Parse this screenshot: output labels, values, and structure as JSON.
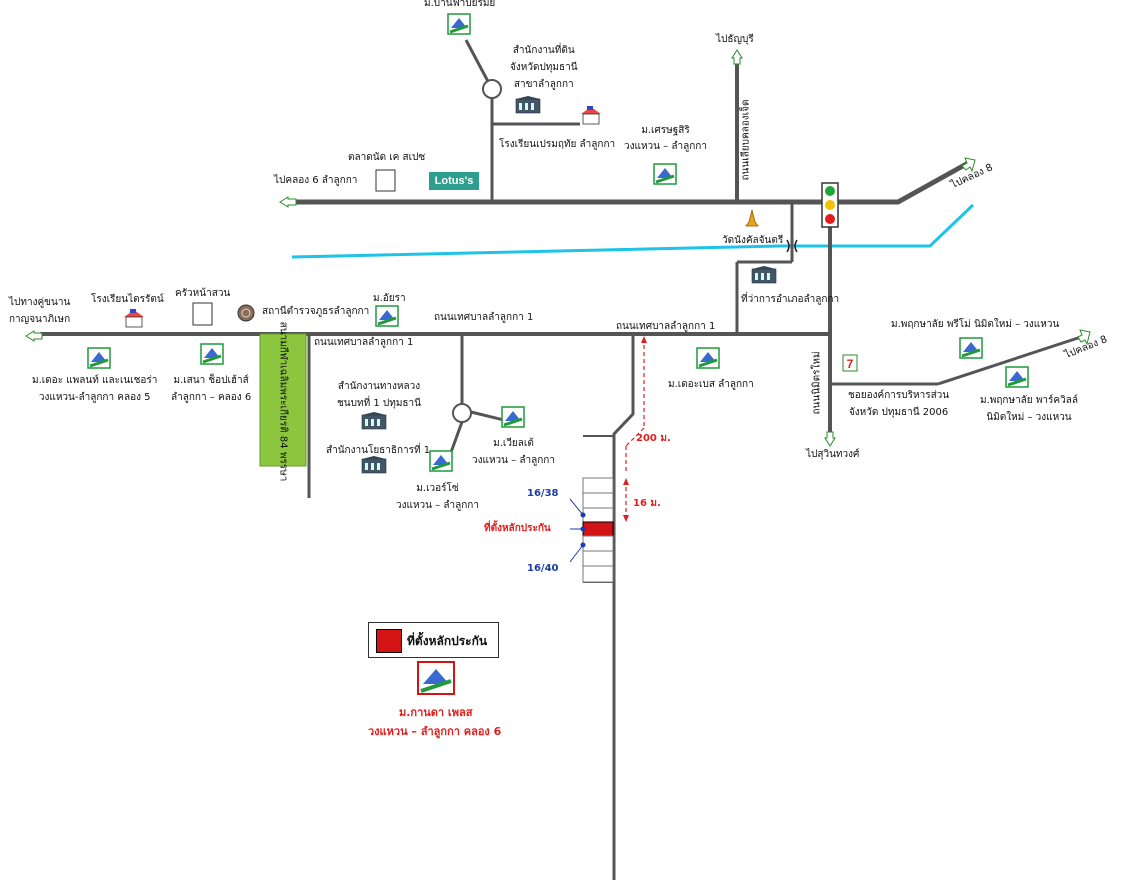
{
  "labels": {
    "m_ban_fah": "ม.บ้านฟ้าปิยรมย์",
    "land_office": [
      "สำนักงานที่ดิน",
      "จังหวัดปทุมธานี",
      "สาขาลำลูกกา"
    ],
    "to_thanyaburi": "ไปธัญบุรี",
    "market": "ตลาดนัด เค สเปซ",
    "to_khlong6": "ไปคลอง 6 ลำลูกกา",
    "school_prem": "โรงเรียนเปรมฤทัย ลำลูกกา",
    "m_settha": [
      "ม.เศรษฐสิริ",
      "วงแหวน – ลำลูกกา"
    ],
    "road_khlong7": "ถนนเลียบคลองเจ็ด",
    "to_khlong8_top": "ไปคลอง 8",
    "wat": "วัดนังคัลจันตรี",
    "district_office": "ที่ว่าการอำเภอลำลูกกา",
    "to_kuku": [
      "ไปทางคู่ขนาน",
      "กาญจนาภิเษก"
    ],
    "school_trai": "โรงเรียนไตรรัตน์",
    "restaurant": "ครัวหน้าสวน",
    "police": "สถานีตำรวจภูธรลำลูกกา",
    "m_atchara": "ม.อัยรา",
    "road_tessaban_a": "ถนนเทศบาลลำลูกกา 1",
    "road_tessaban_b": "ถนนเทศบาลลำลูกกา 1",
    "road_tessaban_c": "ถนนเทศบาลลำลูกกา 1",
    "m_pruksa": "ม.พฤกษาลัย พรีโม่ นิมิตใหม่ – วงแหวน",
    "to_khlong8_right": "ไปคลอง 8",
    "m_the_plant": [
      "ม.เดอะ แพลนท์ และเนเชอร่า",
      "วงแหวน-ลำลูกกา คลอง 5"
    ],
    "m_sena": [
      "ม.เสนา ช็อปเฮ้าส์",
      "ลำลูกกา – คลอง 6"
    ],
    "stadium": "สนามกีฬาเฉลิมพระเกียรติ 84 พรรษา",
    "highway_office": [
      "สำนักงานทางหลวง",
      "ชนบทที่ 1 ปทุมธานี"
    ],
    "public_works": "สำนักงานโยธาธิการที่ 1",
    "m_the_base": "ม.เดอะเบส ลำลูกกา",
    "road_nimit": "ถนนนิมิตรใหม่",
    "sao": [
      "ชอยองค์การบริหารส่วน",
      "จังหวัด ปทุมธานี 2006"
    ],
    "m_pruksa_park": [
      "ม.พฤกษาลัย พาร์ควิลล์",
      "นิมิตใหม่ – วงแหวน"
    ],
    "m_villaggio": [
      "ม.เวียลเต้",
      "วงแหวน – ลำลูกกา"
    ],
    "m_verzo": [
      "ม.เวอร์โซ่",
      "วงแหวน – ลำลูกกา"
    ],
    "to_suwinthawong": "ไปสุวินทวงศ์",
    "lotus_brand": "Lotus's",
    "dist_200": "200 ม.",
    "dist_16": "16 ม.",
    "plot_top": "16/38",
    "plot_bottom": "16/40",
    "collateral_site": "ที่ตั้งหลักประกัน",
    "subject_name": "ม.กานดา เพลส",
    "subject_sub": "วงแหวน – ลำลูกกา คลอง 6"
  },
  "legend": {
    "label": "ที่ตั้งหลักประกัน",
    "color": "#d41414"
  },
  "colors": {
    "road": "#555555",
    "canal": "#1ec3e8",
    "stadium": "#8cc63f",
    "highlight": "#e0201e"
  }
}
